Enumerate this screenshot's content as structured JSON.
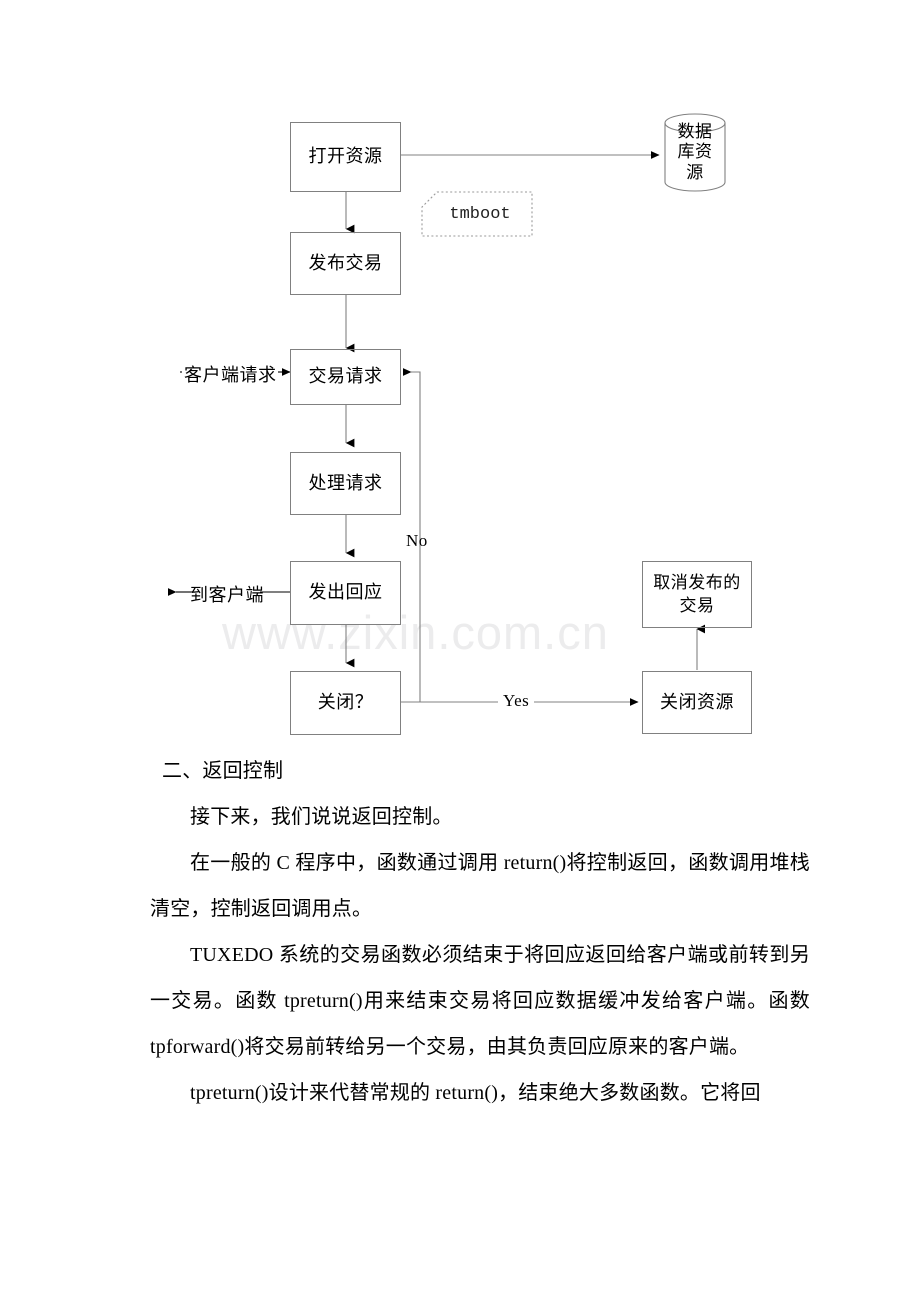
{
  "page": {
    "watermark": "www.zixin.com.cn",
    "background_color": "#ffffff",
    "text_color": "#000000",
    "line_color": "#808080"
  },
  "flowchart": {
    "nodes": [
      {
        "id": "open-resource",
        "label": "打开资源",
        "shape": "process"
      },
      {
        "id": "database",
        "label_lines": [
          "数据",
          "库资",
          "源"
        ],
        "label": "数据库资源",
        "shape": "cylinder"
      },
      {
        "id": "tmboot-note",
        "label": "tmboot",
        "shape": "note"
      },
      {
        "id": "publish-txn",
        "label": "发布交易",
        "shape": "process"
      },
      {
        "id": "txn-request",
        "label": "交易请求",
        "shape": "process"
      },
      {
        "id": "handle-request",
        "label": "处理请求",
        "shape": "process"
      },
      {
        "id": "send-response",
        "label": "发出回应",
        "shape": "process"
      },
      {
        "id": "close-question",
        "label": "关闭？",
        "shape": "decision-box"
      },
      {
        "id": "cancel-published",
        "label_lines": [
          "取消发布的",
          "交易"
        ],
        "label": "取消发布的交易",
        "shape": "process"
      },
      {
        "id": "close-resource",
        "label": "关闭资源",
        "shape": "process"
      }
    ],
    "edge_labels": [
      {
        "id": "client-request",
        "label": "客户端请求"
      },
      {
        "id": "to-client",
        "label": "到客户端"
      },
      {
        "id": "no-branch",
        "label": "No"
      },
      {
        "id": "yes-branch",
        "label": "Yes"
      }
    ]
  },
  "body": {
    "paragraphs": [
      "二、返回控制",
      "接下来，我们说说返回控制。",
      "在一般的 C 程序中，函数通过调用 return()将控制返回，函数调用堆栈清空，控制返回调用点。",
      "TUXEDO 系统的交易函数必须结束于将回应返回给客户端或前转到另一交易。函数 tpreturn()用来结束交易将回应数据缓冲发给客户端。函数 tpforward()将交易前转给另一个交易，由其负责回应原来的客户端。",
      "tpreturn()设计来代替常规的 return()，结束绝大多数函数。它将回"
    ]
  }
}
